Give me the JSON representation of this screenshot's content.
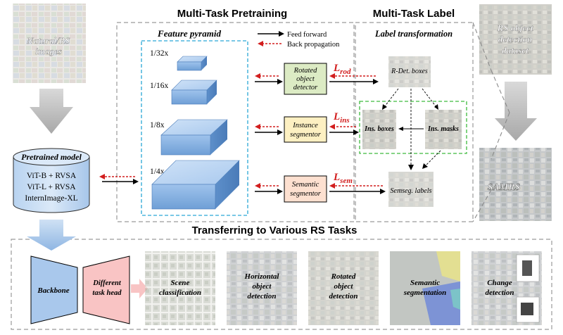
{
  "titles": {
    "pretraining": "Multi-Task Pretraining",
    "label": "Multi-Task Label",
    "transfer": "Transferring to Various RS Tasks"
  },
  "left": {
    "images_line1": "Natural/RS",
    "images_line2": "images",
    "model_title": "Pretrained model",
    "model_items": [
      "ViT-B + RVSA",
      "ViT-L + RVSA",
      "InternImage-XL"
    ]
  },
  "pyramid": {
    "title": "Feature pyramid",
    "levels": [
      "1/32x",
      "1/16x",
      "1/8x",
      "1/4x"
    ]
  },
  "legend": {
    "feed_forward": "Feed forward",
    "back_propagation": "Back propagation"
  },
  "heads": [
    {
      "line1": "Rotated",
      "line2": "object",
      "line3": "detector",
      "loss_sym": "L",
      "loss_sub": "rod",
      "fill": "#dcebc4"
    },
    {
      "line1": "Instance",
      "line2": "segmentor",
      "line3": "",
      "loss_sym": "L",
      "loss_sub": "ins",
      "fill": "#fdf0c2"
    },
    {
      "line1": "Semantic",
      "line2": "segmentor",
      "line3": "",
      "loss_sym": "L",
      "loss_sub": "sem",
      "fill": "#fde0d0"
    }
  ],
  "labels": {
    "title": "Label transformation",
    "rdet": "R-Det. boxes",
    "ins_boxes": "Ins. boxes",
    "ins_masks": "Ins. masks",
    "semseg": "Semseg. labels"
  },
  "right": {
    "dataset_line1": "RS object",
    "dataset_line2": "detection",
    "dataset_line3": "dataset",
    "samrs": "SAMRS"
  },
  "bottom": {
    "backbone": "Backbone",
    "head_line1": "Different",
    "head_line2": "task head",
    "tasks": [
      {
        "line1": "Scene",
        "line2": "classification",
        "line3": ""
      },
      {
        "line1": "Horizontal",
        "line2": "object",
        "line3": "detection"
      },
      {
        "line1": "Rotated",
        "line2": "object",
        "line3": "detection"
      },
      {
        "line1": "Semantic",
        "line2": "segmentation",
        "line3": ""
      },
      {
        "line1": "Change",
        "line2": "detection",
        "line3": ""
      }
    ]
  },
  "colors": {
    "accent_red": "#d21e1e",
    "dash_blue": "#2aa7d6",
    "dash_green": "#3dbb3d",
    "box_blue": "#6fa4d8",
    "arrow_grey": "#a6a6a6"
  }
}
